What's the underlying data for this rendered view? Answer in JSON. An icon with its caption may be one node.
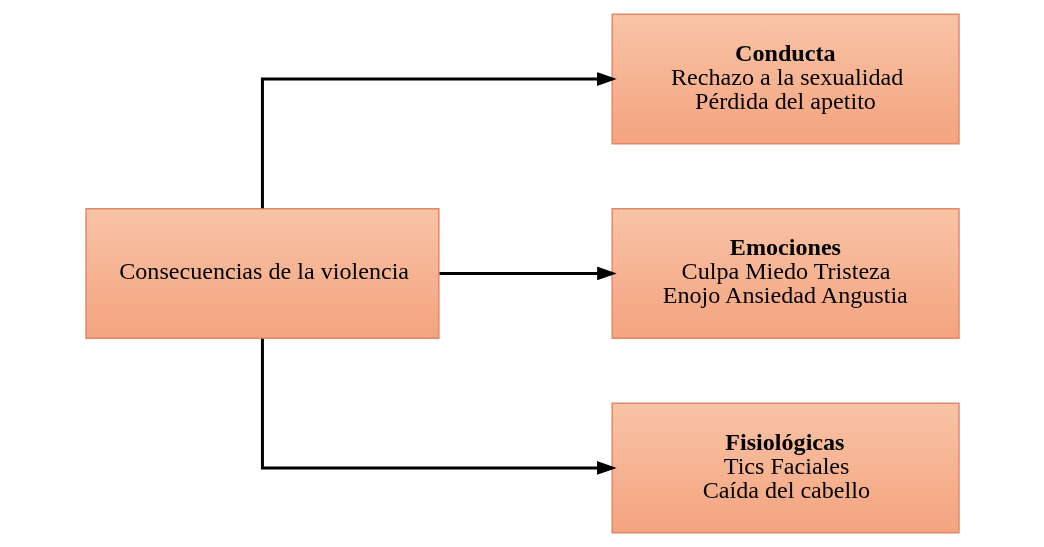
{
  "diagram": {
    "nodes": [
      {
        "text": [
          "Consecuencias de la violencia"
        ]
      },
      {
        "text": [
          "Conducta",
          "Rechazo a la sexualidad",
          "Pérdida del apetito"
        ]
      },
      {
        "text": [
          "Emociones",
          "Culpa Miedo Tristeza",
          "Enojo Ansiedad Angustia"
        ]
      },
      {
        "text": [
          "Fisiológicas",
          "Tics Faciales",
          "Caída del cabello"
        ]
      }
    ],
    "edges": [
      {
        "from": 0,
        "to": 1,
        "arrow": "to"
      },
      {
        "from": 0,
        "to": 2,
        "arrow": "to"
      },
      {
        "from": 0,
        "to": 3,
        "arrow": "to"
      }
    ]
  }
}
